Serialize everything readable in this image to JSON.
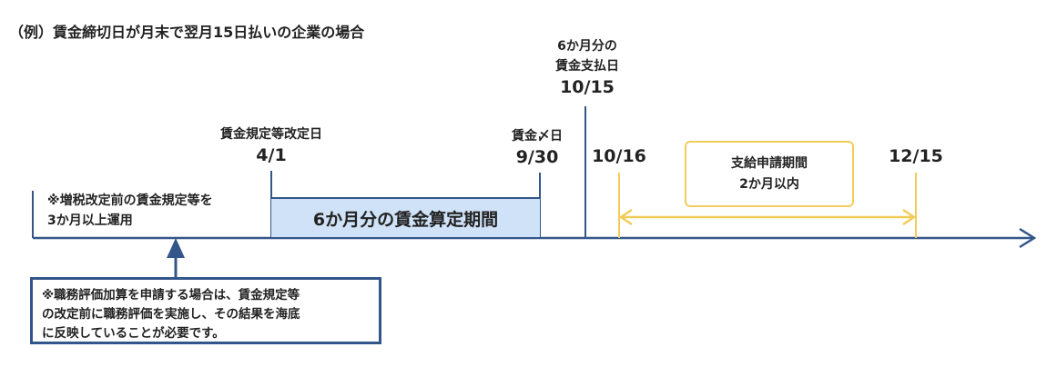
{
  "title": "（例）賃金締切日が月末で翌月15日払いの企業の場合",
  "revision_date": {
    "label": "賃金規定等改定日",
    "date": "4/1"
  },
  "cutoff_date": {
    "label": "賃金〆日",
    "date": "9/30"
  },
  "payment_date": {
    "label_line1": "6か月分の",
    "label_line2": "賃金支払日",
    "date": "10/15"
  },
  "application_start": {
    "date": "10/16"
  },
  "application_end": {
    "date": "12/15"
  },
  "application_period": {
    "line1": "支給申請期間",
    "line2": "2か月以内"
  },
  "calculation_period": {
    "label": "6か月分の賃金算定期間"
  },
  "pre_note": {
    "line1": "※増税改定前の賃金規定等を",
    "line2": "3か月以上運用"
  },
  "evaluation_note": {
    "line1": "※職務評価加算を申請する場合は、賃金規定等",
    "line2": "の改定前に職務評価を実施し、その結果を海底",
    "line3": "に反映していることが必要です。"
  },
  "colors": {
    "navy": "#33568a",
    "light_blue": "#cfe2f7",
    "yellow": "#f2cc5a"
  }
}
